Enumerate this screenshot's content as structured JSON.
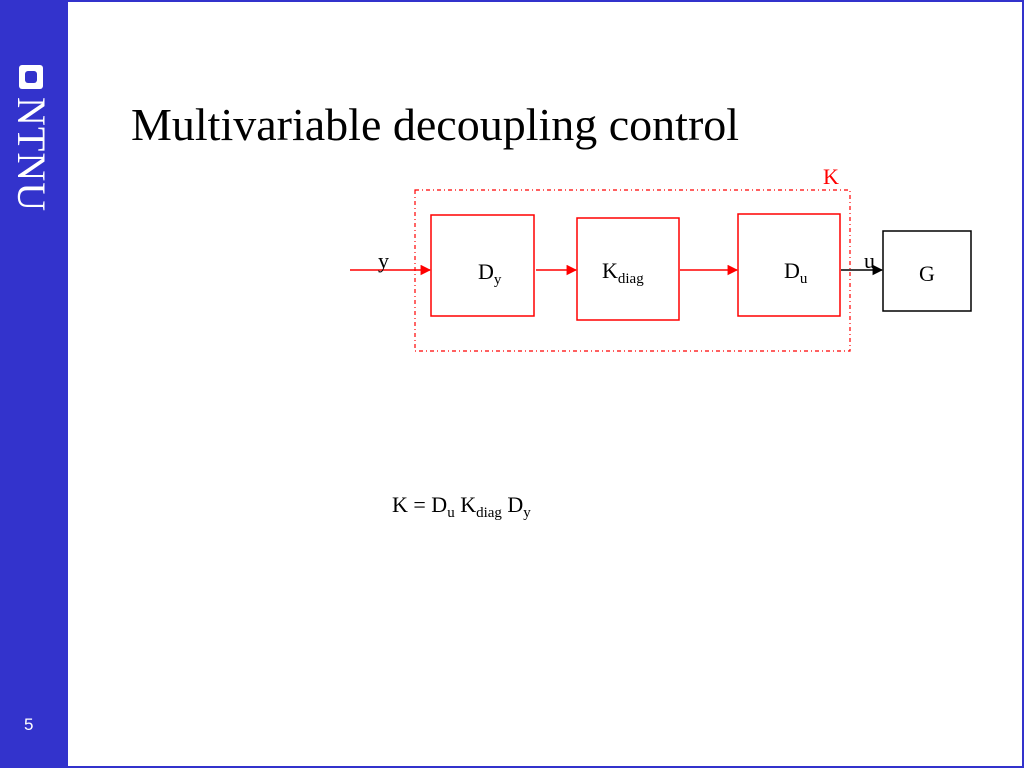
{
  "sidebar": {
    "logo_text": "NTNU",
    "page_number": "5"
  },
  "slide": {
    "title": "Multivariable decoupling control"
  },
  "diagram": {
    "controller_label": "K",
    "input_label": "y",
    "output_label": "u",
    "blocks": {
      "dy": {
        "base": "D",
        "sub": "y"
      },
      "kdiag": {
        "base": "K",
        "sub": "diag"
      },
      "du": {
        "base": "D",
        "sub": "u"
      },
      "plant": "G"
    }
  },
  "formula": {
    "lhs": "K = D",
    "du_sub": "u",
    "k": "K",
    "kdiag_sub": "diag",
    "d": "D",
    "dy_sub": "y"
  },
  "colors": {
    "sidebar": "#3333cc",
    "block_border": "#ff0000",
    "text": "#000000",
    "controller_label": "#ff0000"
  }
}
